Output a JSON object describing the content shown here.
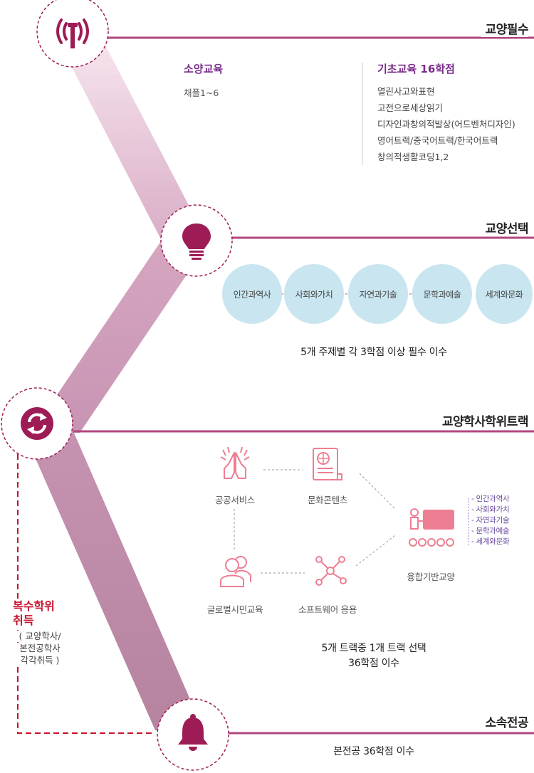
{
  "colors": {
    "primary": "#9e1c55",
    "line": "#b2467e",
    "band": "#c291ae",
    "bubble": "#c9e6f0",
    "accent_red": "#c8102e",
    "pink_icon": "#ee7e93",
    "purple_text": "#7b2d8a"
  },
  "nodes": [
    {
      "icon": "antenna-icon"
    },
    {
      "icon": "lightbulb-icon"
    },
    {
      "icon": "refresh-icon"
    },
    {
      "icon": "bell-icon"
    }
  ],
  "sections": {
    "required": {
      "title": "교양필수",
      "left_heading": "소양교육",
      "left_detail": "채플1~6",
      "right_heading": "기초교육 16학점",
      "right_items": [
        "열린사고와표현",
        "고전으로세상읽기",
        "디자인과창의적발상(어드벤처디자인)",
        "영어트랙/중국어트랙/한국어트랙",
        "창의적생활코딩1,2"
      ]
    },
    "elective": {
      "title": "교양선택",
      "themes": [
        "인간과역사",
        "사회와가치",
        "자연과기술",
        "문학과예술",
        "세계와문화"
      ],
      "note": "5개 주제별 각 3학점 이상 필수 이수"
    },
    "track": {
      "title": "교양학사학위트랙",
      "items": {
        "public_service": "공공서비스",
        "culture_content": "문화콘텐츠",
        "global_citizen": "글로벌시민교육",
        "software": "소프트웨어 응용",
        "convergence": "융합기반교양"
      },
      "convergence_list": [
        "인간과역사",
        "사회와가치",
        "자연과기술",
        "문학과예술",
        "세계와문화"
      ],
      "note_line1": "5개 트랙중 1개 트랙 선택",
      "note_line2": "36학점 이수"
    },
    "major": {
      "title": "소속전공",
      "note": "본전공 36학점 이수"
    },
    "side": {
      "line1": "복수학위",
      "line2": "취득",
      "sub1": "( 교양학사/",
      "sub2": "본전공학사",
      "sub3": "각각취득 )"
    }
  }
}
